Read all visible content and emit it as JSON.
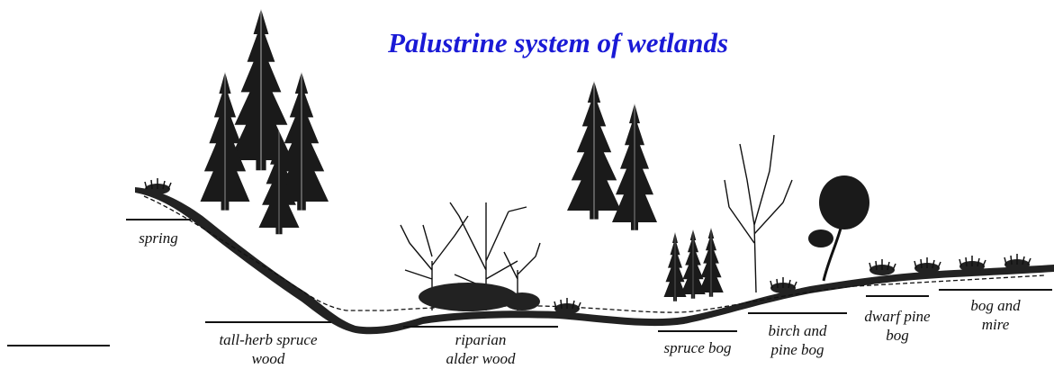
{
  "title": "Palustrine system of wetlands",
  "zones": [
    {
      "id": "spring",
      "label_lines": [
        "spring"
      ]
    },
    {
      "id": "tall-herb-spruce-wood",
      "label_lines": [
        "tall-herb spruce",
        "wood"
      ]
    },
    {
      "id": "riparian-alder-wood",
      "label_lines": [
        "riparian",
        "alder wood"
      ]
    },
    {
      "id": "spruce-bog",
      "label_lines": [
        "spruce bog"
      ]
    },
    {
      "id": "birch-and-pine-bog",
      "label_lines": [
        "birch and",
        "pine bog"
      ]
    },
    {
      "id": "dwarf-pine-bog",
      "label_lines": [
        "dwarf pine",
        "bog"
      ]
    },
    {
      "id": "bog-and-mire",
      "label_lines": [
        "bog and",
        "mire"
      ]
    }
  ]
}
